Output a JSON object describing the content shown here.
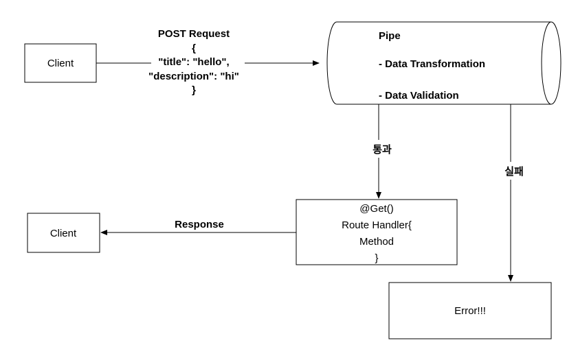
{
  "nodes": {
    "client_top": "Client",
    "client_bottom": "Client",
    "pipe": {
      "title": "Pipe",
      "item_1": "- Data Transformation",
      "item_2": "- Data Validation"
    },
    "route_handler": {
      "line_1": "@Get()",
      "line_2": "Route Handler{",
      "line_3": "Method",
      "line_4": "}"
    },
    "error": "Error!!!"
  },
  "edges": {
    "request": {
      "title": "POST Request",
      "line_1": "{",
      "line_2": "\"title\": \"hello\",",
      "line_3": "\"description\": \"hi\"",
      "line_4": "}"
    },
    "pass": "통과",
    "fail": "실패",
    "response": "Response"
  },
  "colors": {
    "stroke": "#000000",
    "background": "#ffffff"
  }
}
